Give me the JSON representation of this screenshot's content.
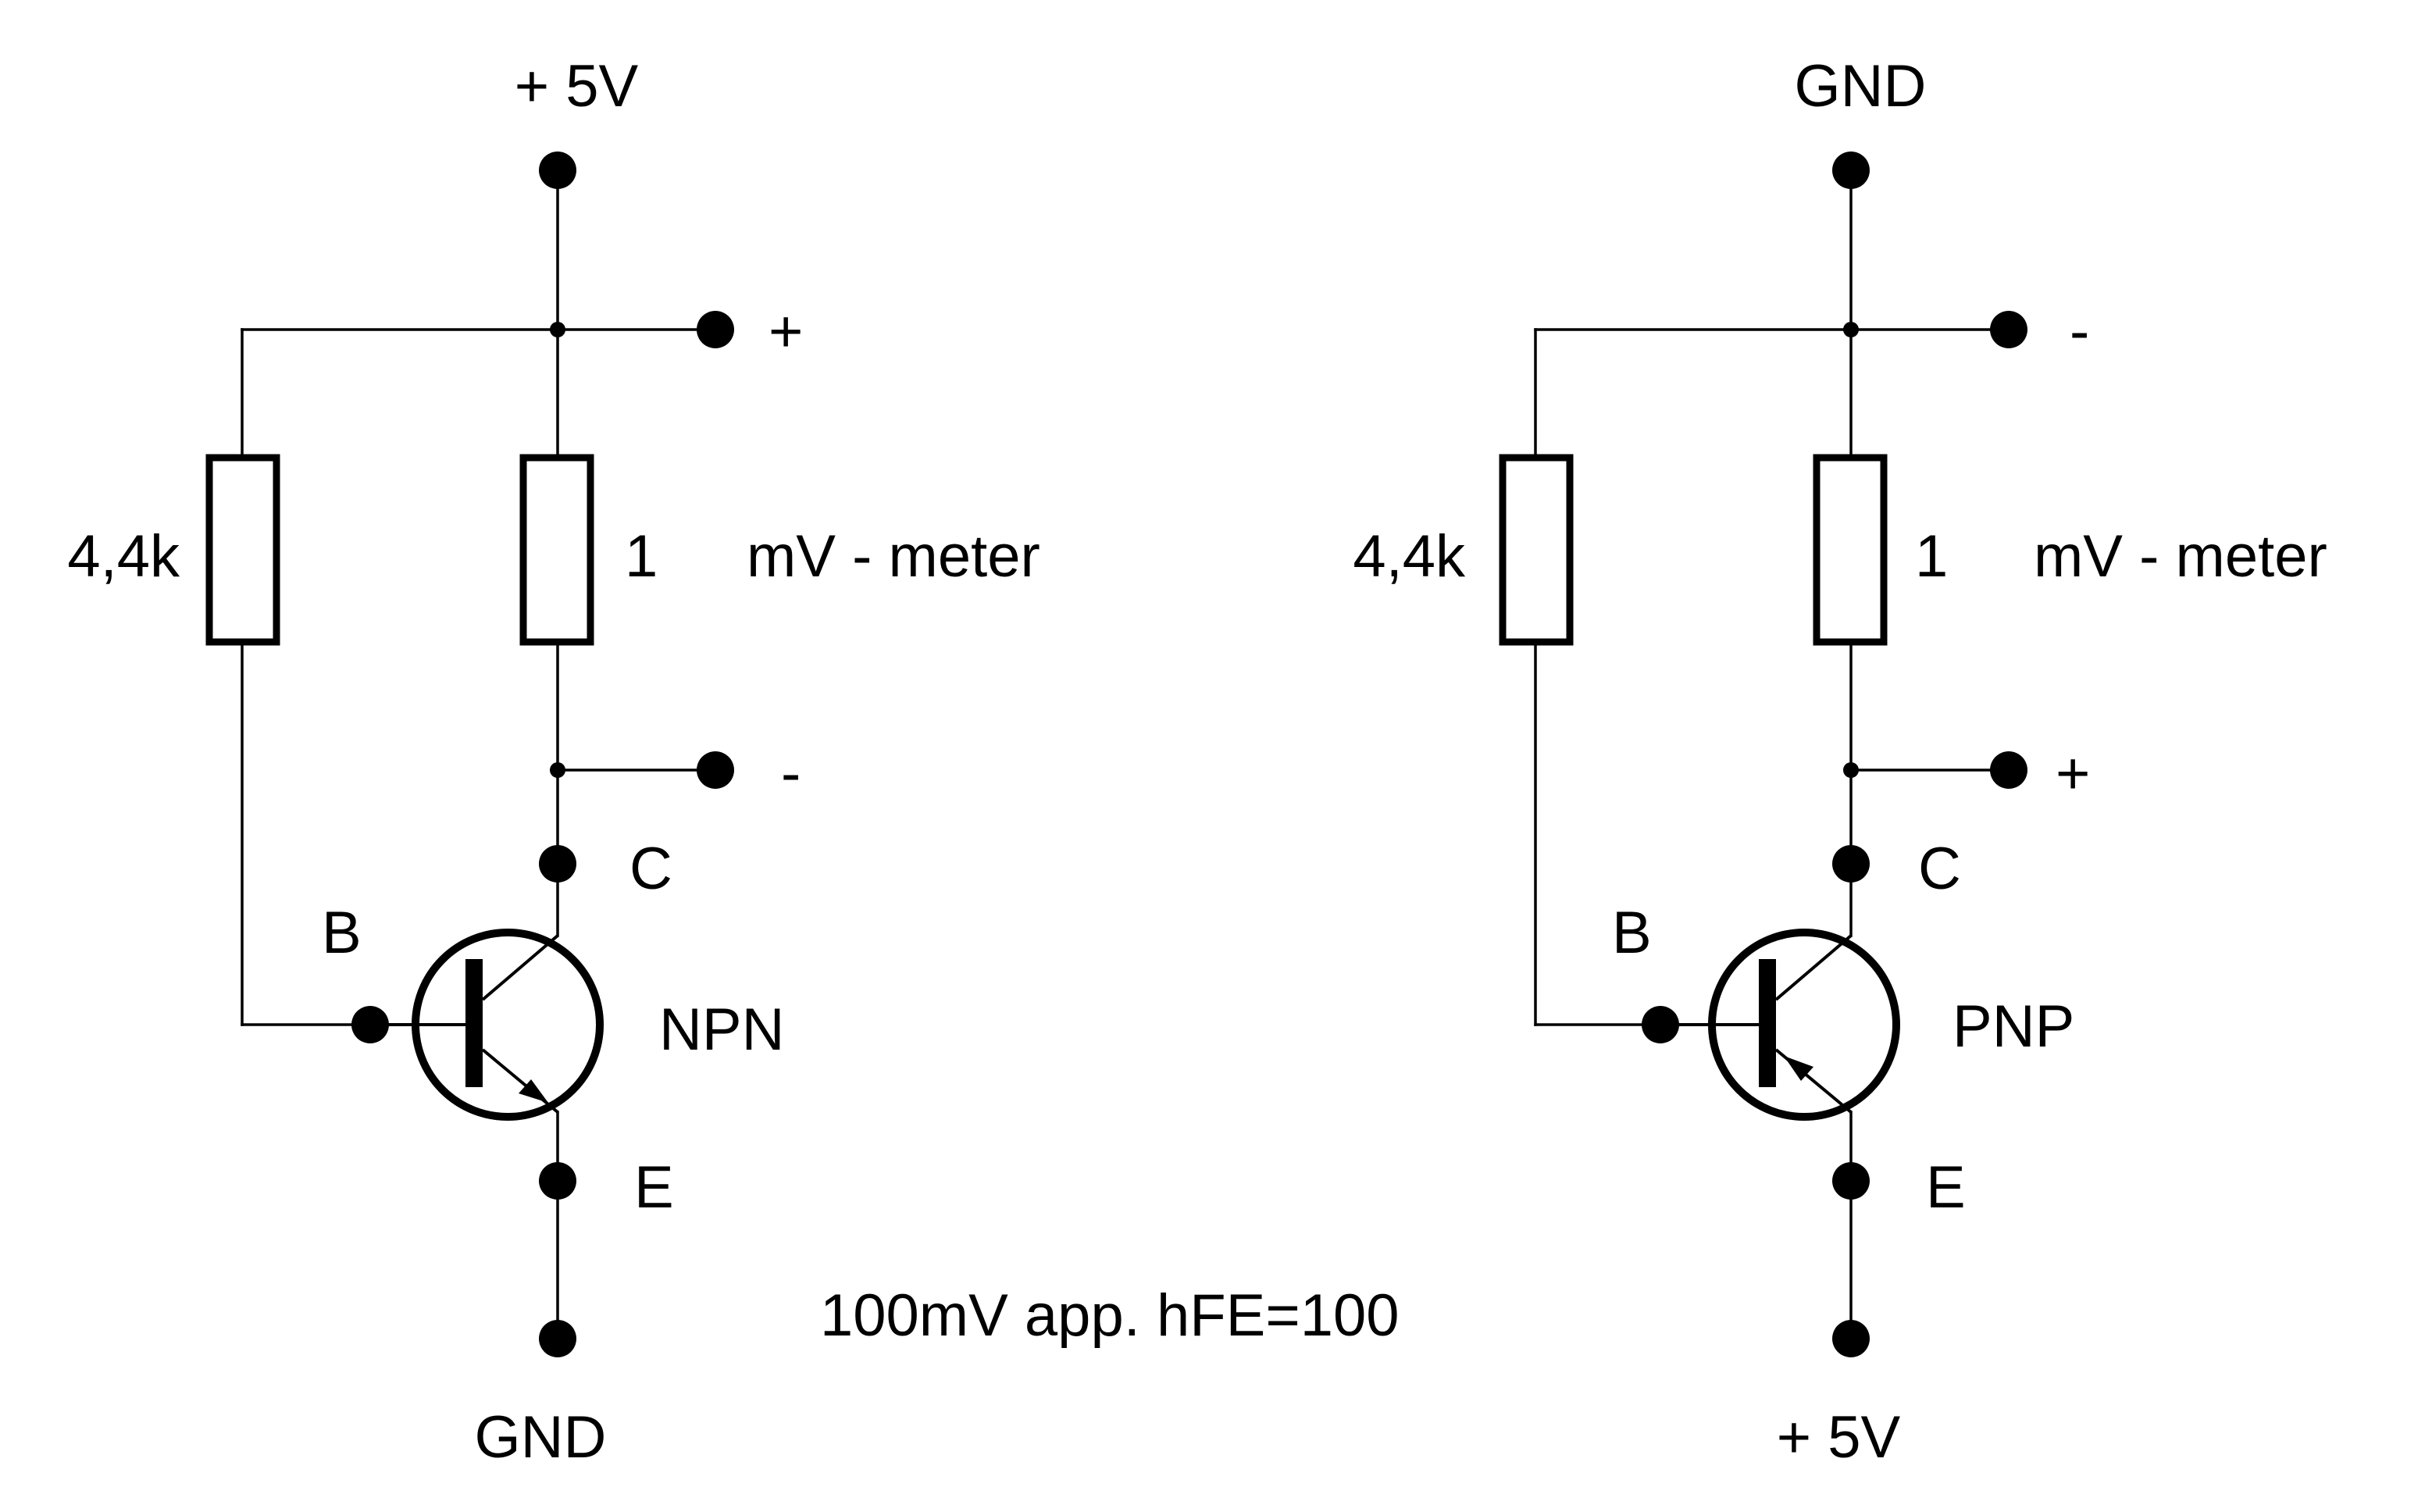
{
  "caption": "100mV app. hFE=100",
  "npn_circuit": {
    "top_rail": "+ 5V",
    "bottom_rail": "GND",
    "base_resistor": "4,4k",
    "sense_resistor": "1",
    "meter_label": "mV - meter",
    "meter_top_polarity": "+",
    "meter_bottom_polarity": "-",
    "collector_label": "C",
    "base_label": "B",
    "emitter_label": "E",
    "transistor_type": "NPN"
  },
  "pnp_circuit": {
    "top_rail": "GND",
    "bottom_rail": "+ 5V",
    "base_resistor": "4,4k",
    "sense_resistor": "1",
    "meter_label": "mV - meter",
    "meter_top_polarity": "-",
    "meter_bottom_polarity": "+",
    "collector_label": "C",
    "base_label": "B",
    "emitter_label": "E",
    "transistor_type": "PNP"
  }
}
